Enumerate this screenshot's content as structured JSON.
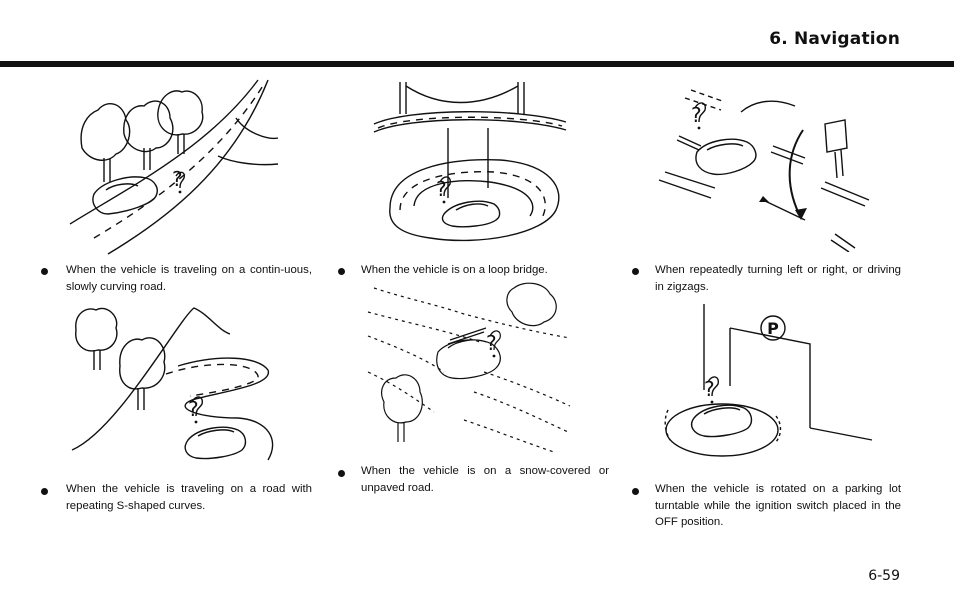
{
  "header": {
    "title": "6. Navigation"
  },
  "items": [
    {
      "text": "When the vehicle is traveling on a contin-uous, slowly curving road.",
      "illustration": "curving-road"
    },
    {
      "text": "When the vehicle is on a loop bridge.",
      "illustration": "loop-bridge"
    },
    {
      "text": "When repeatedly turning left or right, or driving in zigzags.",
      "illustration": "zigzag-parking"
    },
    {
      "text": "When the vehicle is traveling on a road with repeating S-shaped curves.",
      "illustration": "s-curves"
    },
    {
      "text": "When the vehicle is on a snow-covered or unpaved road.",
      "illustration": "unpaved-road"
    },
    {
      "text": "When the vehicle is rotated on a parking lot turntable while the ignition switch placed in the OFF position.",
      "illustration": "turntable"
    }
  ],
  "illustration_labels": {
    "question_mark": "?",
    "parking_sign": "P"
  },
  "footer": {
    "page_number": "6-59"
  }
}
